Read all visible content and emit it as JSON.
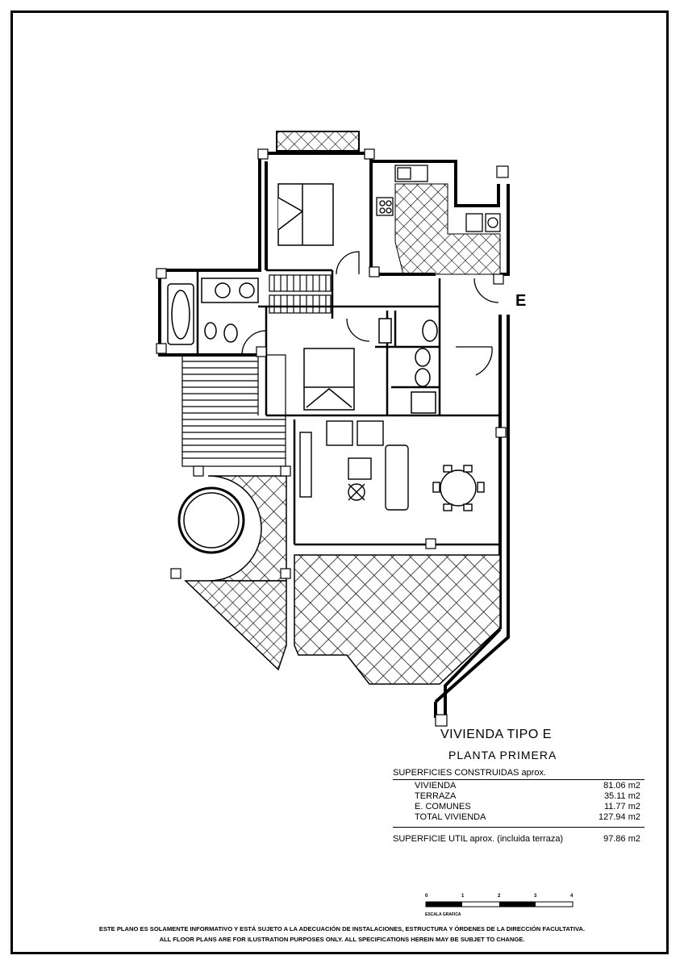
{
  "plan": {
    "entrance_letter": "E",
    "title": "VIVIENDA TIPO E",
    "subtitle": "PLANTA PRIMERA"
  },
  "surfaces": {
    "heading": "SUPERFICIES CONSTRUIDAS aprox.",
    "rows": [
      {
        "label": "VIVIENDA",
        "value": "81.06 m2"
      },
      {
        "label": "TERRAZA",
        "value": "35.11 m2"
      },
      {
        "label": "E. COMUNES",
        "value": "11.77 m2"
      },
      {
        "label": "TOTAL VIVIENDA",
        "value": "127.94 m2"
      }
    ],
    "useful_label": "SUPERFICIE UTIL aprox. (incluida terraza)",
    "useful_value": "97.86 m2"
  },
  "scale": {
    "label": "ESCALA GRAFICA",
    "ticks": [
      "0",
      "1",
      "2",
      "3",
      "4"
    ]
  },
  "disclaimer": {
    "line1": "ESTE PLANO ES SOLAMENTE INFORMATIVO Y ESTÁ SUJETO A LA  ADECUACIÓN DE INSTALACIONES, ESTRUCTURA Y ÓRDENES DE LA DIRECCIÓN FACULTATIVA.",
    "line2": "ALL FLOOR PLANS ARE FOR ILUSTRATION PURPOSES ONLY. ALL SPECIFICATIONS HEREIN MAY BE SUBJET TO CHANGE."
  }
}
